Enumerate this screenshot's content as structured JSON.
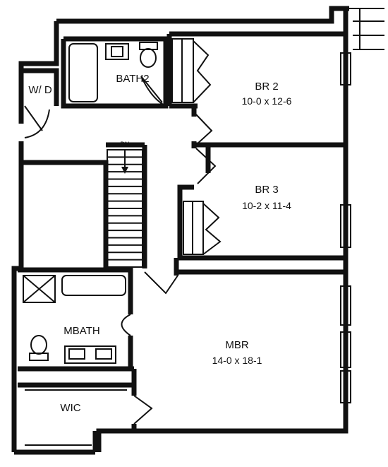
{
  "rooms": {
    "wd": "W/ D",
    "bath2": "BATH2",
    "br2_name": "BR 2",
    "br2_dim": "10-0 x 12-6",
    "br3_name": "BR 3",
    "br3_dim": "10-2 x 11-4",
    "mbath": "MBATH",
    "mbr_name": "MBR",
    "mbr_dim": "14-0 x 18-1",
    "wic": "WIC"
  },
  "stairs": {
    "direction": "DN",
    "treads": 16
  }
}
